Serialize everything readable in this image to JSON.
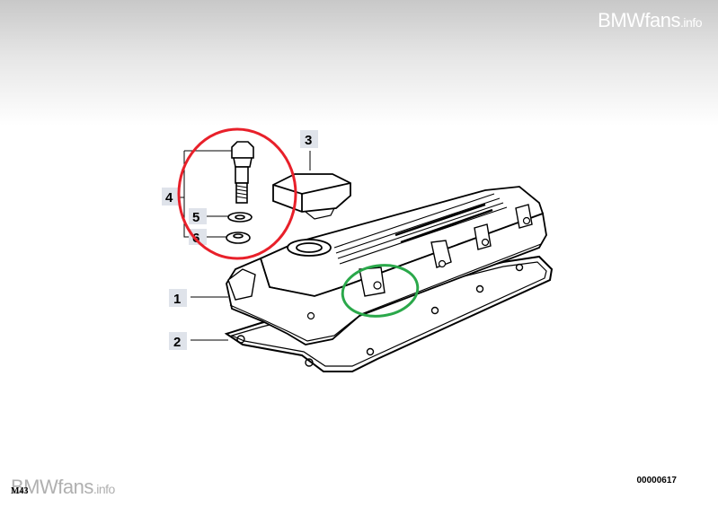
{
  "watermarks": {
    "top": {
      "brand": "BMWfans",
      "suffix": ".info"
    },
    "bottom": {
      "brand": "BMWfans",
      "suffix": ".info"
    }
  },
  "model_code": "M43",
  "diagram_number": "00000617",
  "callouts": [
    "1",
    "2",
    "3",
    "4",
    "5",
    "6"
  ],
  "highlight_colors": {
    "red_circle": "#e8202a",
    "green_circle": "#2aa84a"
  },
  "label_box_color": "#dfe3ea"
}
